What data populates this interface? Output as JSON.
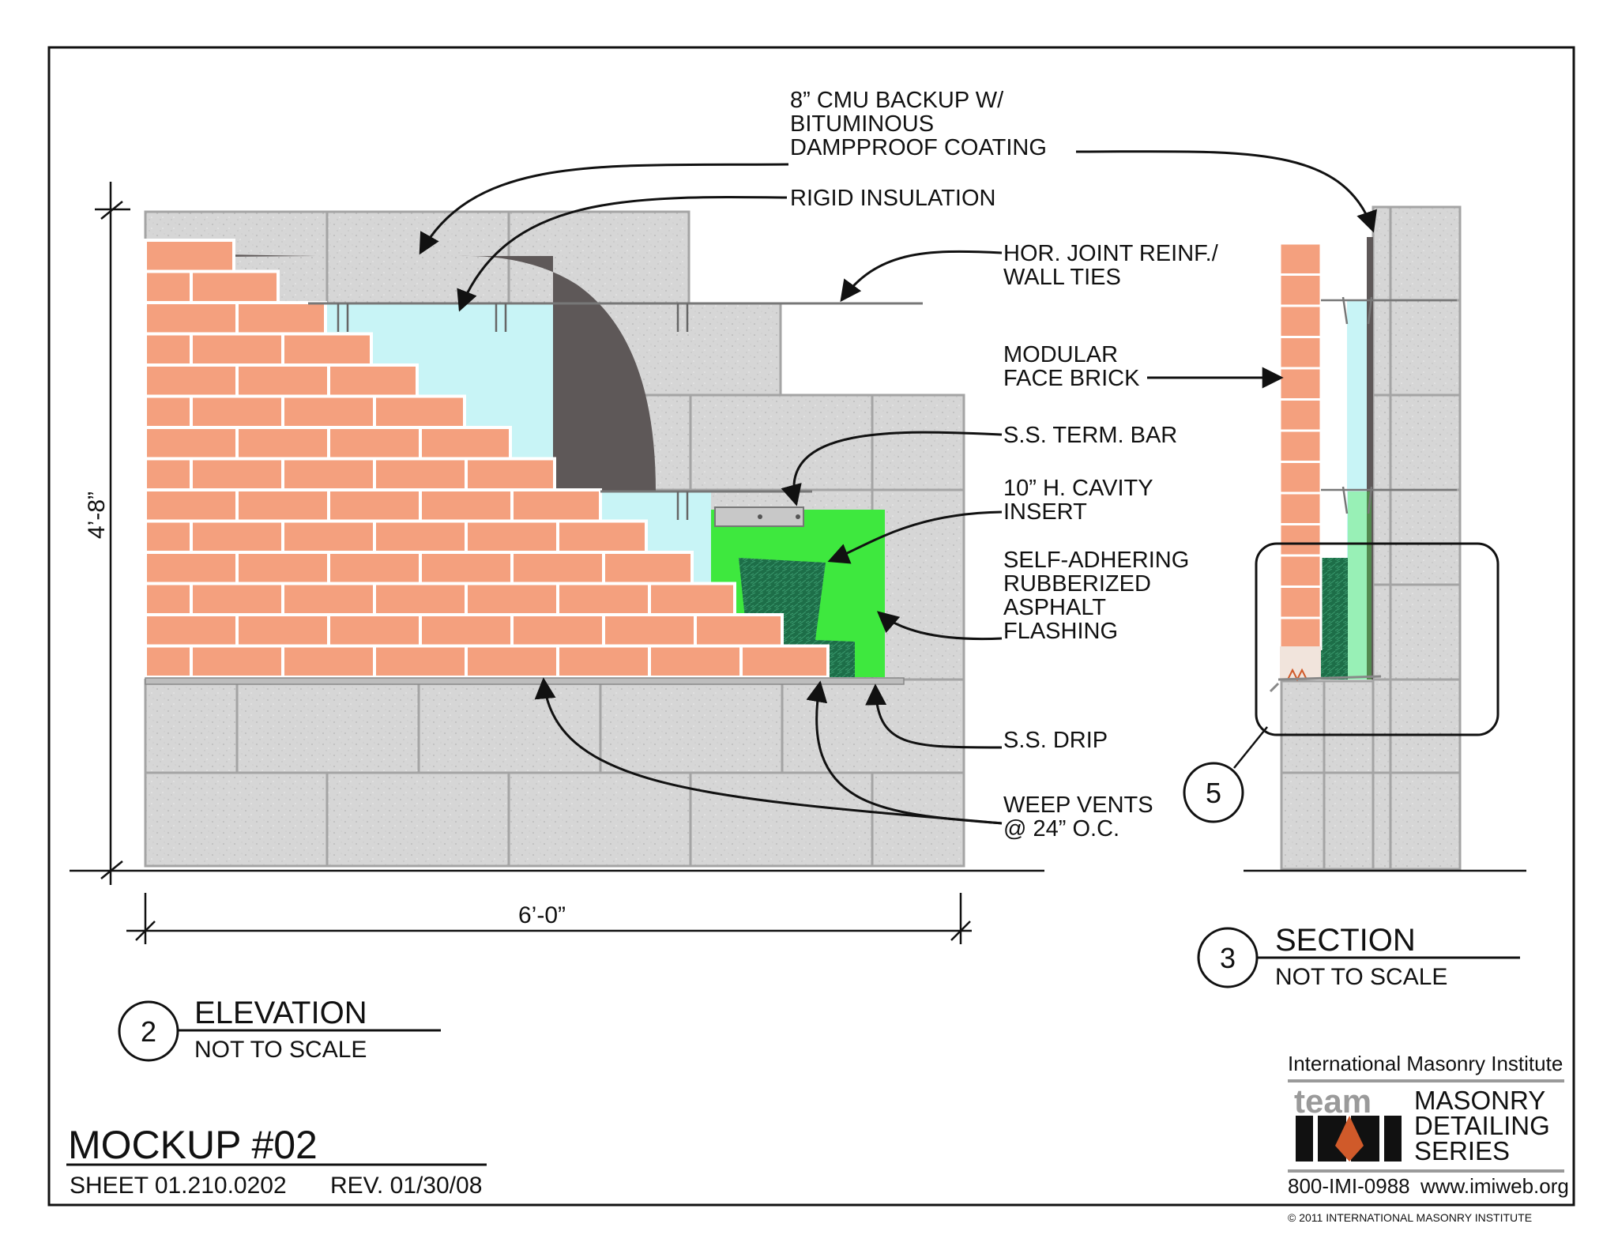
{
  "callouts": {
    "cmu_backup": [
      "8” CMU BACKUP W/",
      "BITUMINOUS",
      "DAMPPROOF COATING"
    ],
    "rigid_insulation": "RIGID INSULATION",
    "joint_reinf": [
      "HOR. JOINT REINF./",
      "WALL TIES"
    ],
    "face_brick": [
      "MODULAR",
      "FACE BRICK"
    ],
    "term_bar": "S.S. TERM. BAR",
    "cavity_insert": [
      "10” H. CAVITY",
      "INSERT"
    ],
    "flashing": [
      "SELF-ADHERING",
      "RUBBERIZED",
      "ASPHALT",
      "FLASHING"
    ],
    "drip": "S.S. DRIP",
    "weep": [
      "WEEP VENTS",
      "@ 24” O.C."
    ]
  },
  "dimensions": {
    "height": "4’-8”",
    "width": "6’-0”"
  },
  "views": {
    "elevation": {
      "number": "2",
      "title": "ELEVATION",
      "scale": "NOT TO SCALE"
    },
    "section": {
      "number": "3",
      "title": "SECTION",
      "scale": "NOT TO SCALE"
    },
    "detail_ref": "5"
  },
  "title_block": {
    "mockup": "MOCKUP #02",
    "sheet": "SHEET 01.210.0202",
    "rev": "REV. 01/30/08"
  },
  "logo": {
    "org": "International Masonry Institute",
    "team": "team",
    "series": [
      "MASONRY",
      "DETAILING",
      "SERIES"
    ],
    "phone": "800-IMI-0988",
    "web": "www.imiweb.org",
    "copyright": "© 2011 INTERNATIONAL MASONRY INSTITUTE"
  },
  "colors": {
    "brick": "#f4a07e",
    "cmu": "#d4d4d4",
    "dampproof": "#5e5858",
    "insulation": "#c8f4f6",
    "flashing": "#3ee83e",
    "cavity_insert": "#1d7a4e"
  }
}
